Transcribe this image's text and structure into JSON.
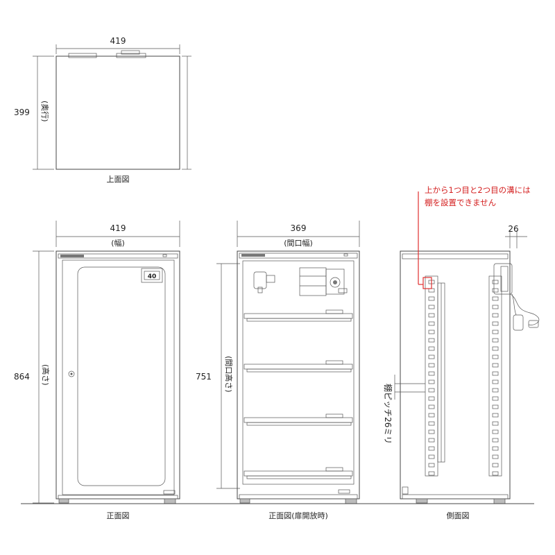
{
  "top_view": {
    "width": "419",
    "depth": "399",
    "depth_note": "(奥行)",
    "caption": "上面図"
  },
  "front_view": {
    "width": "419",
    "width_note": "(幅)",
    "height": "864",
    "height_note": "(高さ)",
    "display": "40",
    "caption": "正面図"
  },
  "open_view": {
    "width": "369",
    "width_note": "(間口幅)",
    "height": "751",
    "height_note": "(間口高さ)",
    "caption": "正面図(扉開放時)"
  },
  "side_view": {
    "depth": "26",
    "pitch_note": "棚ピッチ26ミリ",
    "note_line1": "上から1つ目と2つ目の溝には",
    "note_line2": "棚を設置できません",
    "caption": "側面図"
  },
  "colors": {
    "line": "#444444",
    "note": "#d42020"
  }
}
